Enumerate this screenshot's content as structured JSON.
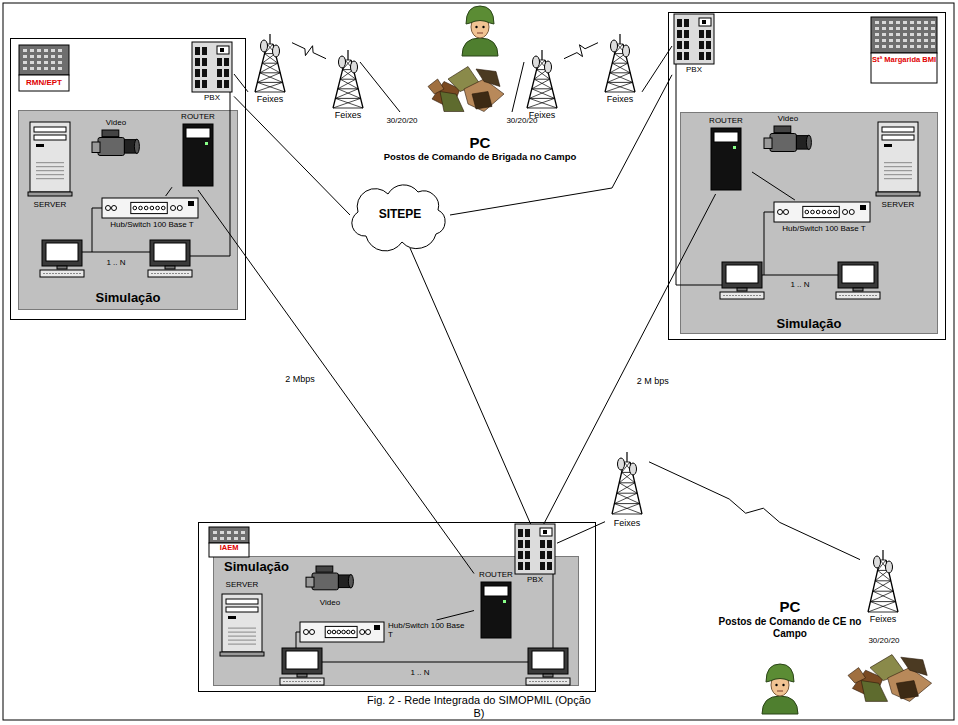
{
  "diagram": {
    "caption": "Fig. 2 - Rede Integrada do SIMOPMIL (Opção B)",
    "nodes": [
      {
        "text": [
          "RMN/EPT"
        ]
      },
      {
        "text": [
          "PBX"
        ],
        "in": 0
      },
      {
        "text": [
          "Simulação"
        ],
        "in": 0
      },
      {
        "text": [
          "SERVER"
        ],
        "in": 2
      },
      {
        "text": [
          "Video"
        ],
        "in": 2
      },
      {
        "text": [
          "ROUTER"
        ],
        "in": 2
      },
      {
        "text": [
          "Hub/Switch 100 Base T"
        ],
        "in": 2
      },
      {
        "text": [
          "Feixes"
        ]
      },
      {
        "text": [
          "Feixes"
        ]
      },
      {
        "text": [
          "Feixes"
        ]
      },
      {
        "text": [
          "Feixes"
        ]
      },
      {
        "text": [
          "Stª Margarida BMI"
        ]
      },
      {
        "text": [
          "PBX"
        ],
        "in": 11
      },
      {
        "text": [
          "Simulação"
        ],
        "in": 11
      },
      {
        "text": [
          "ROUTER"
        ],
        "in": 13
      },
      {
        "text": [
          "Video"
        ],
        "in": 13
      },
      {
        "text": [
          "SERVER"
        ],
        "in": 13
      },
      {
        "text": [
          "Hub/Switch 100 Base T"
        ],
        "in": 13
      },
      {
        "text": [
          "SITEPE"
        ]
      },
      {
        "text": [
          "IAEM"
        ]
      },
      {
        "text": [
          "PBX"
        ],
        "in": 19
      },
      {
        "text": [
          "Simulação"
        ],
        "in": 19
      },
      {
        "text": [
          "SERVER"
        ],
        "in": 21
      },
      {
        "text": [
          "Video"
        ],
        "in": 21
      },
      {
        "text": [
          "ROUTER"
        ],
        "in": 21
      },
      {
        "text": [
          "Hub/Switch 100 Base T"
        ],
        "in": 21
      },
      {
        "text": [
          "Feixes"
        ]
      },
      {
        "text": [
          "Feixes"
        ]
      }
    ],
    "edges": [
      {
        "from": 1,
        "to": 7,
        "arrow": "none"
      },
      {
        "from": 7,
        "to": 8,
        "arrow": "none"
      },
      {
        "from": 9,
        "to": 10,
        "arrow": "none"
      },
      {
        "from": 10,
        "to": 12,
        "arrow": "none"
      },
      {
        "from": 1,
        "to": 18,
        "arrow": "none"
      },
      {
        "from": 12,
        "to": 18,
        "arrow": "none"
      },
      {
        "from": 18,
        "to": 20,
        "arrow": "none"
      },
      {
        "from": 5,
        "to": 24,
        "label": "2 Mbps",
        "arrow": "none"
      },
      {
        "from": 14,
        "to": 24,
        "label": "2 M bps",
        "arrow": "none"
      },
      {
        "from": 6,
        "to": 5,
        "arrow": "none"
      },
      {
        "from": 17,
        "to": 14,
        "arrow": "none"
      },
      {
        "from": 25,
        "to": 24,
        "arrow": "none"
      },
      {
        "from": 20,
        "to": 26,
        "arrow": "none"
      },
      {
        "from": 26,
        "to": 27,
        "arrow": "none"
      }
    ],
    "labels": [
      "PC",
      "Postos de Comando de Brigada no Campo",
      "30/20/20",
      "30/20/20",
      "1 .. N",
      "1 .. N",
      "1 .. N",
      "PC",
      "Postos de Comando de CE no Campo",
      "30/20/20"
    ]
  }
}
